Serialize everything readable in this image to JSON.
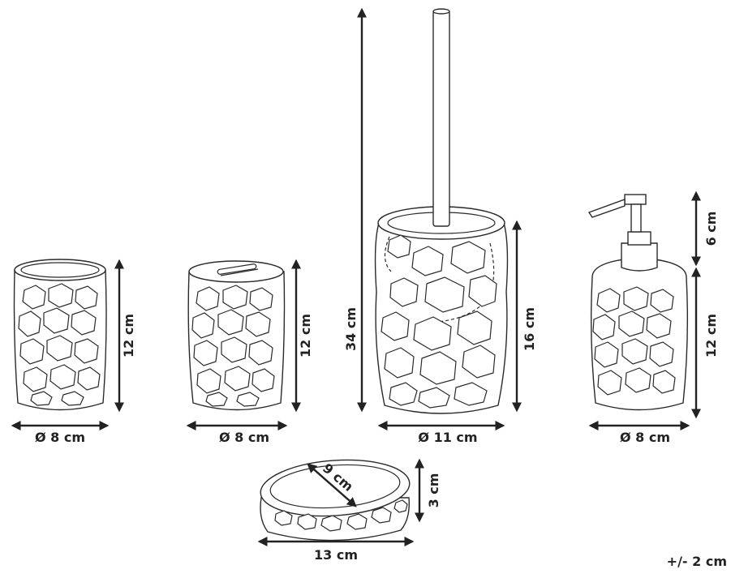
{
  "dimensions": {
    "cup_height": "12 cm",
    "cup_diameter": "Ø 8 cm",
    "holder_height": "12 cm",
    "holder_diameter": "Ø 8 cm",
    "brush_total_height": "34 cm",
    "brush_holder_height": "16 cm",
    "brush_holder_diameter": "Ø 11 cm",
    "dispenser_pump_height": "6 cm",
    "dispenser_height": "12 cm",
    "dispenser_diameter": "Ø 8 cm",
    "soap_dish_depth": "9 cm",
    "soap_dish_height": "3 cm",
    "soap_dish_width": "13 cm",
    "tolerance": "+/- 2 cm"
  }
}
